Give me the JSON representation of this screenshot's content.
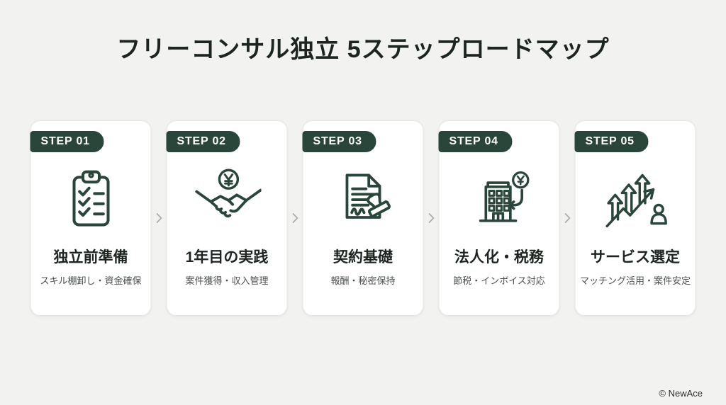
{
  "page": {
    "title": "フリーコンサル独立 5ステップロードマップ",
    "footer_credit": "© NewAce"
  },
  "steps": [
    {
      "badge": "STEP 01",
      "icon": "clipboard-checklist-icon",
      "title": "独立前準備",
      "subtitle": "スキル棚卸し・資金確保"
    },
    {
      "badge": "STEP 02",
      "icon": "handshake-yen-icon",
      "title": "1年目の実践",
      "subtitle": "案件獲得・収入管理"
    },
    {
      "badge": "STEP 03",
      "icon": "contract-stamp-icon",
      "title": "契約基礎",
      "subtitle": "報酬・秘密保持"
    },
    {
      "badge": "STEP 04",
      "icon": "building-yen-icon",
      "title": "法人化・税務",
      "subtitle": "節税・インボイス対応"
    },
    {
      "badge": "STEP 05",
      "icon": "growth-arrows-person-icon",
      "title": "サービス選定",
      "subtitle": "マッチング活用・案件安定"
    }
  ],
  "colors": {
    "accent_green": "#2a453a",
    "page_background": "#f2f2f0",
    "card_background": "#ffffff",
    "title_text": "#1d2521",
    "subtitle_text": "#4c514e",
    "chevron": "#a6aba8"
  }
}
